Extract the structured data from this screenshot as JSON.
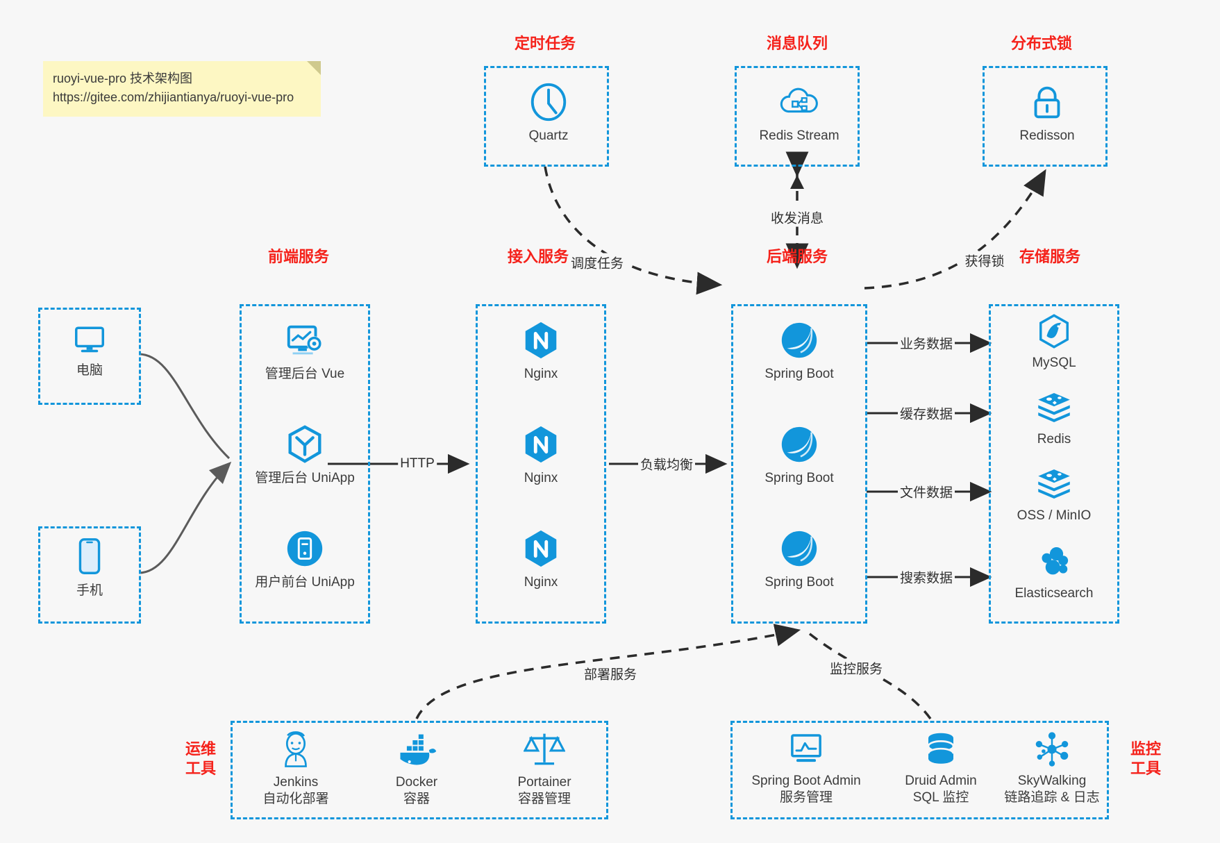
{
  "note": {
    "line1": "ruoyi-vue-pro 技术架构图",
    "line2": "https://gitee.com/zhijiantianya/ruoyi-vue-pro"
  },
  "colors": {
    "accent": "#1296db",
    "title": "#f5221b",
    "text": "#3c3c3c",
    "background": "#f7f7f7",
    "note_bg": "#fdf7c3",
    "wire": "#4d4d4d"
  },
  "groups": {
    "scheduler": {
      "title": "定时任务",
      "nodes": [
        {
          "label": "Quartz",
          "icon": "clock-icon"
        }
      ]
    },
    "mq": {
      "title": "消息队列",
      "nodes": [
        {
          "label": "Redis Stream",
          "icon": "cloud-stream-icon"
        }
      ]
    },
    "lock": {
      "title": "分布式锁",
      "nodes": [
        {
          "label": "Redisson",
          "icon": "lock-icon"
        }
      ]
    },
    "clients": {
      "nodes": [
        {
          "label": "电脑",
          "icon": "desktop-icon"
        },
        {
          "label": "手机",
          "icon": "phone-icon"
        }
      ]
    },
    "frontend": {
      "title": "前端服务",
      "nodes": [
        {
          "label": "管理后台 Vue",
          "icon": "dashboard-icon"
        },
        {
          "label": "管理后台 UniApp",
          "icon": "cube-icon"
        },
        {
          "label": "用户前台 UniApp",
          "icon": "mobile-app-icon"
        }
      ]
    },
    "gateway": {
      "title": "接入服务",
      "nodes": [
        {
          "label": "Nginx",
          "icon": "nginx-icon"
        },
        {
          "label": "Nginx",
          "icon": "nginx-icon"
        },
        {
          "label": "Nginx",
          "icon": "nginx-icon"
        }
      ]
    },
    "backend": {
      "title": "后端服务",
      "nodes": [
        {
          "label": "Spring Boot",
          "icon": "spring-boot-icon"
        },
        {
          "label": "Spring Boot",
          "icon": "spring-boot-icon"
        },
        {
          "label": "Spring Boot",
          "icon": "spring-boot-icon"
        }
      ]
    },
    "storage": {
      "title": "存储服务",
      "nodes": [
        {
          "label": "MySQL",
          "icon": "mysql-icon"
        },
        {
          "label": "Redis",
          "icon": "redis-icon"
        },
        {
          "label": "OSS / MinIO",
          "icon": "oss-icon"
        },
        {
          "label": "Elasticsearch",
          "icon": "elasticsearch-icon"
        }
      ]
    },
    "devops": {
      "title_line1": "运维",
      "title_line2": "工具",
      "nodes": [
        {
          "label": "Jenkins",
          "sublabel": "自动化部署",
          "icon": "jenkins-icon"
        },
        {
          "label": "Docker",
          "sublabel": "容器",
          "icon": "docker-icon"
        },
        {
          "label": "Portainer",
          "sublabel": "容器管理",
          "icon": "scales-icon"
        }
      ]
    },
    "monitoring": {
      "title_line1": "监控",
      "title_line2": "工具",
      "nodes": [
        {
          "label": "Spring Boot Admin",
          "sublabel": "服务管理",
          "icon": "monitor-chart-icon"
        },
        {
          "label": "Druid Admin",
          "sublabel": "SQL 监控",
          "icon": "database-icon"
        },
        {
          "label": "SkyWalking",
          "sublabel": "链路追踪 & 日志",
          "icon": "skywalking-icon"
        }
      ]
    }
  },
  "edges": [
    {
      "name": "quartz-to-backend",
      "label": "调度任务"
    },
    {
      "name": "mq-backend",
      "label": "收发消息"
    },
    {
      "name": "backend-to-lock",
      "label": "获得锁"
    },
    {
      "name": "frontend-to-gateway",
      "label": "HTTP"
    },
    {
      "name": "gateway-to-backend",
      "label": "负载均衡"
    },
    {
      "name": "backend-to-mysql",
      "label": "业务数据"
    },
    {
      "name": "backend-to-redis",
      "label": "缓存数据"
    },
    {
      "name": "backend-to-oss",
      "label": "文件数据"
    },
    {
      "name": "backend-to-es",
      "label": "搜索数据"
    },
    {
      "name": "devops-to-backend",
      "label": "部署服务"
    },
    {
      "name": "monitoring-to-backend",
      "label": "监控服务"
    }
  ]
}
